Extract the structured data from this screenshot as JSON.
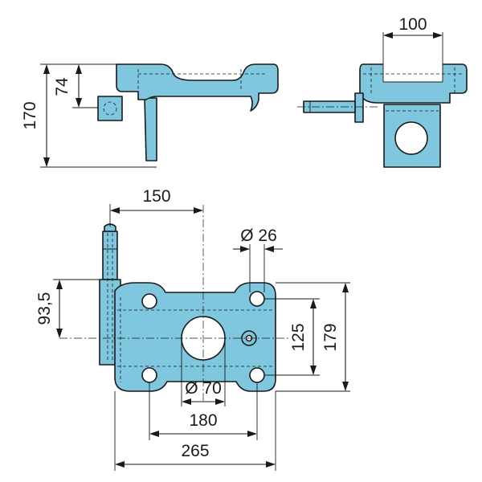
{
  "dimensions": {
    "overall_height": "170",
    "flange_height": "74",
    "opening_width": "100",
    "pin_offset": "150",
    "hole_diameter": "Ø 26",
    "center_offset": "93,5",
    "inner_hole_spacing": "125",
    "total_height": "179",
    "center_bore": "Ø 70",
    "inner_width": "180",
    "total_width": "265"
  },
  "colors": {
    "part_fill": "#7fc6df",
    "line": "#1a1a1a",
    "background": "#ffffff"
  }
}
